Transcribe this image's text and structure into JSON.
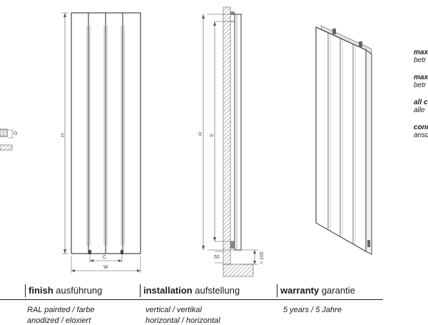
{
  "dimensions": {
    "height": "H",
    "width": "W",
    "center": "C",
    "spacing": "S",
    "depth": "D",
    "offset_bottom": "50",
    "clearance": "> 100"
  },
  "notes": [
    {
      "key": "max",
      "value": "betr"
    },
    {
      "key": "max",
      "value": "betr"
    },
    {
      "key": "all c",
      "value": "alle"
    },
    {
      "key": "conn",
      "value": "ansc"
    }
  ],
  "specs": {
    "finish": {
      "label": "finish",
      "translation": "ausführung",
      "values": [
        "RAL painted / farbe",
        "anodized / eloxiert"
      ]
    },
    "installation": {
      "label": "installation",
      "translation": "aufstellung",
      "values": [
        "vertical / vertikal",
        "horizontal / horizontal"
      ]
    },
    "warranty": {
      "label": "warranty",
      "translation": "garantie",
      "values": [
        "5 years / 5 Jahre"
      ]
    }
  }
}
